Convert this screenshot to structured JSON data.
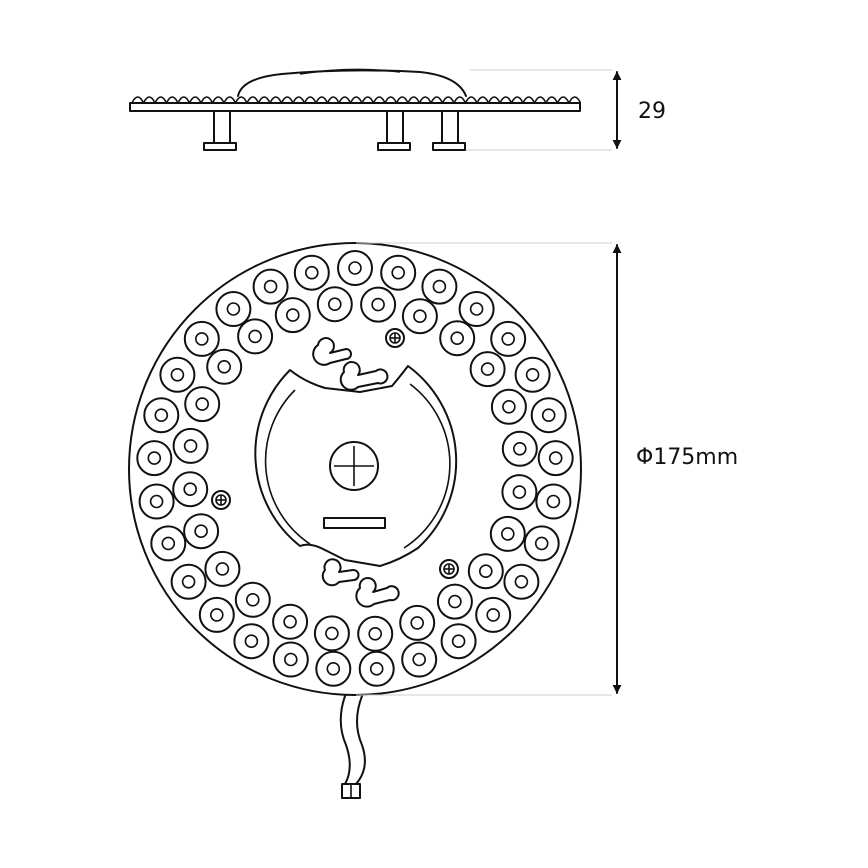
{
  "dimensions": {
    "height_label": "29",
    "diameter_label": "Φ175mm"
  },
  "views": [
    "side-view",
    "top-view"
  ],
  "colors": {
    "line": "#111111",
    "extension_line": "#cfcfcf",
    "background": "#ffffff"
  }
}
